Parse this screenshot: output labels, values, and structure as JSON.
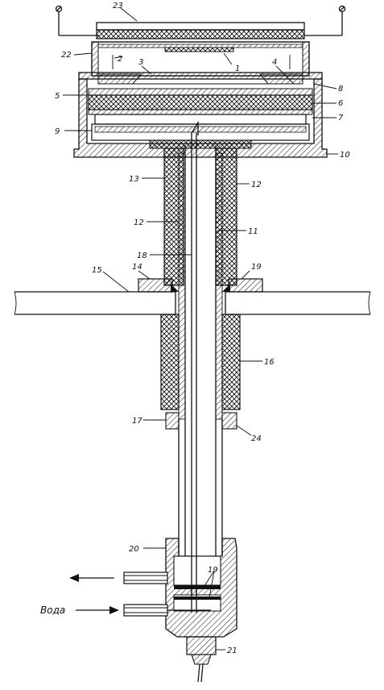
{
  "labels": {
    "l1": "1",
    "l2": "2",
    "l3": "3",
    "l4": "4",
    "l5": "5",
    "l6": "6",
    "l7": "7",
    "l8": "8",
    "l9": "9",
    "l10": "10",
    "l11": "11",
    "l12_left": "12",
    "l12_right": "12",
    "l13": "13",
    "l14": "14",
    "l15": "15",
    "l16": "16",
    "l17": "17",
    "l18": "18",
    "l19_top": "19",
    "l19_bottom": "19",
    "l20": "20",
    "l21": "21",
    "l22": "22",
    "l23": "23",
    "l24": "24"
  },
  "water_label": "Вода",
  "colors": {
    "ink": "#111111",
    "paper": "#ffffff"
  }
}
